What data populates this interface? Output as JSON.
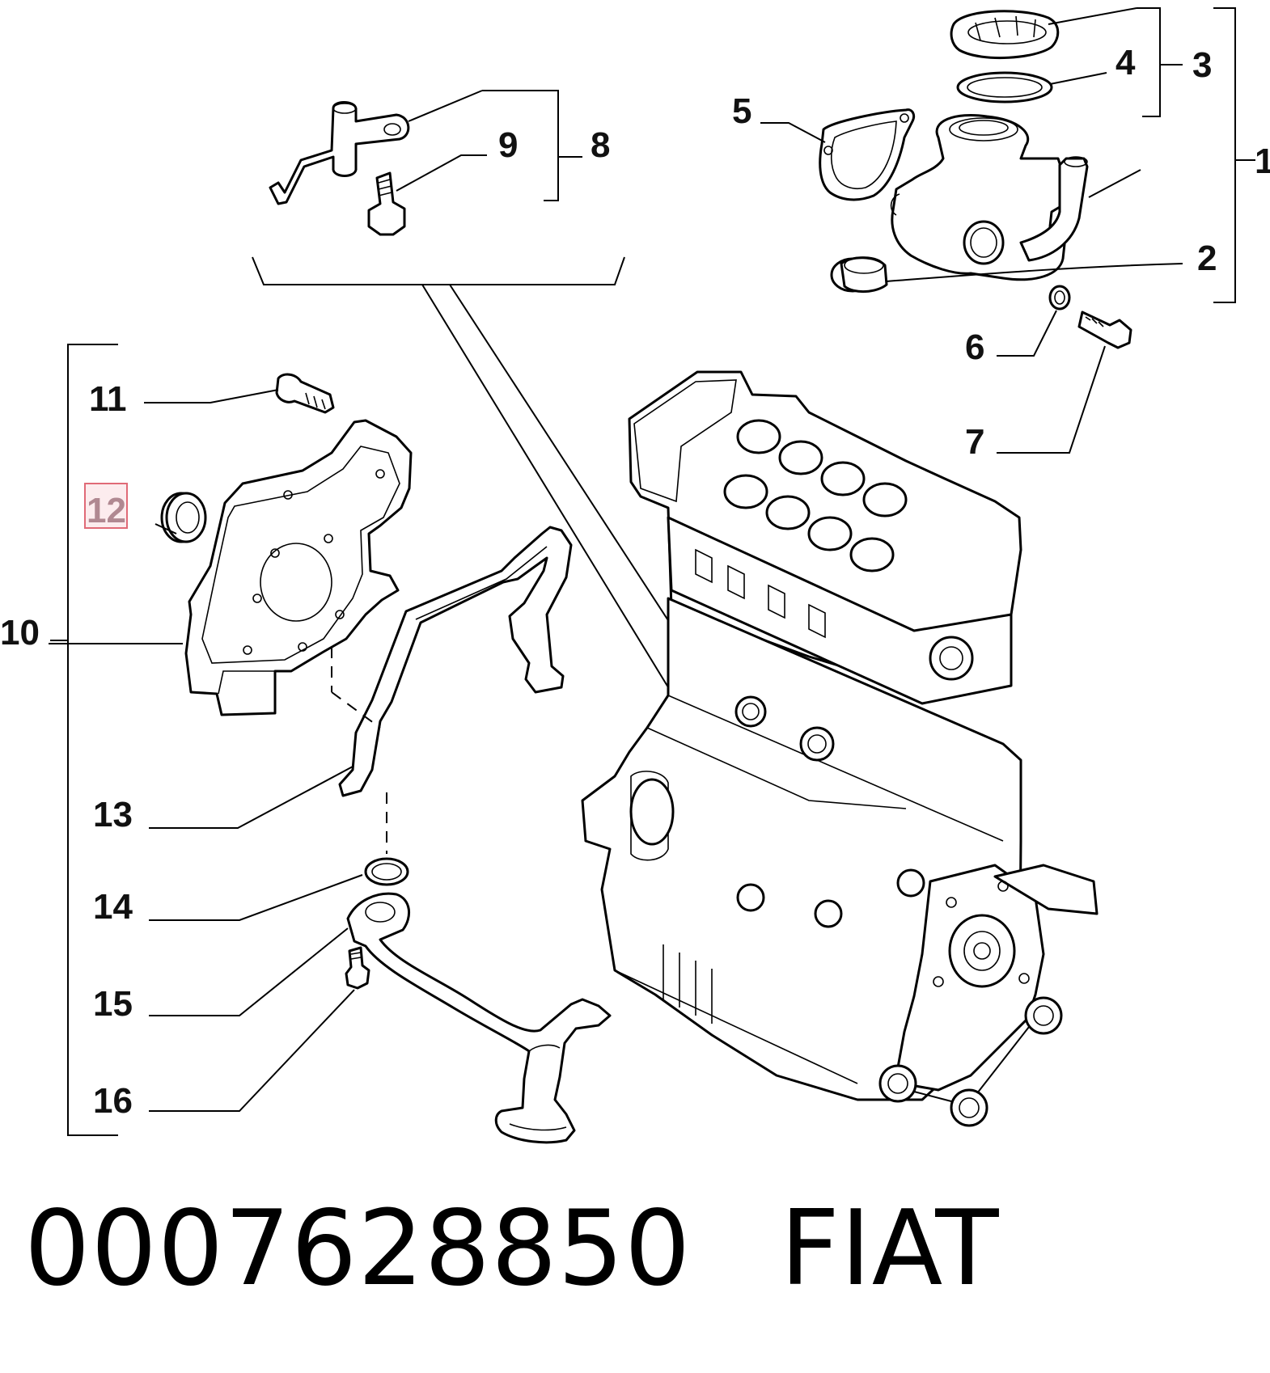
{
  "callouts": {
    "c1": "1",
    "c2": "2",
    "c3": "3",
    "c4": "4",
    "c5": "5",
    "c6": "6",
    "c7": "7",
    "c8": "8",
    "c9": "9",
    "c10": "10",
    "c11": "11",
    "c12": "12",
    "c13": "13",
    "c14": "14",
    "c15": "15",
    "c16": "16"
  },
  "highlighted_callout": "12",
  "caption": {
    "part_number": "0007628850",
    "brand": "FIAT"
  },
  "colors": {
    "line": "#000000",
    "highlight_border": "#e06a77",
    "highlight_text": "#8a6670"
  }
}
